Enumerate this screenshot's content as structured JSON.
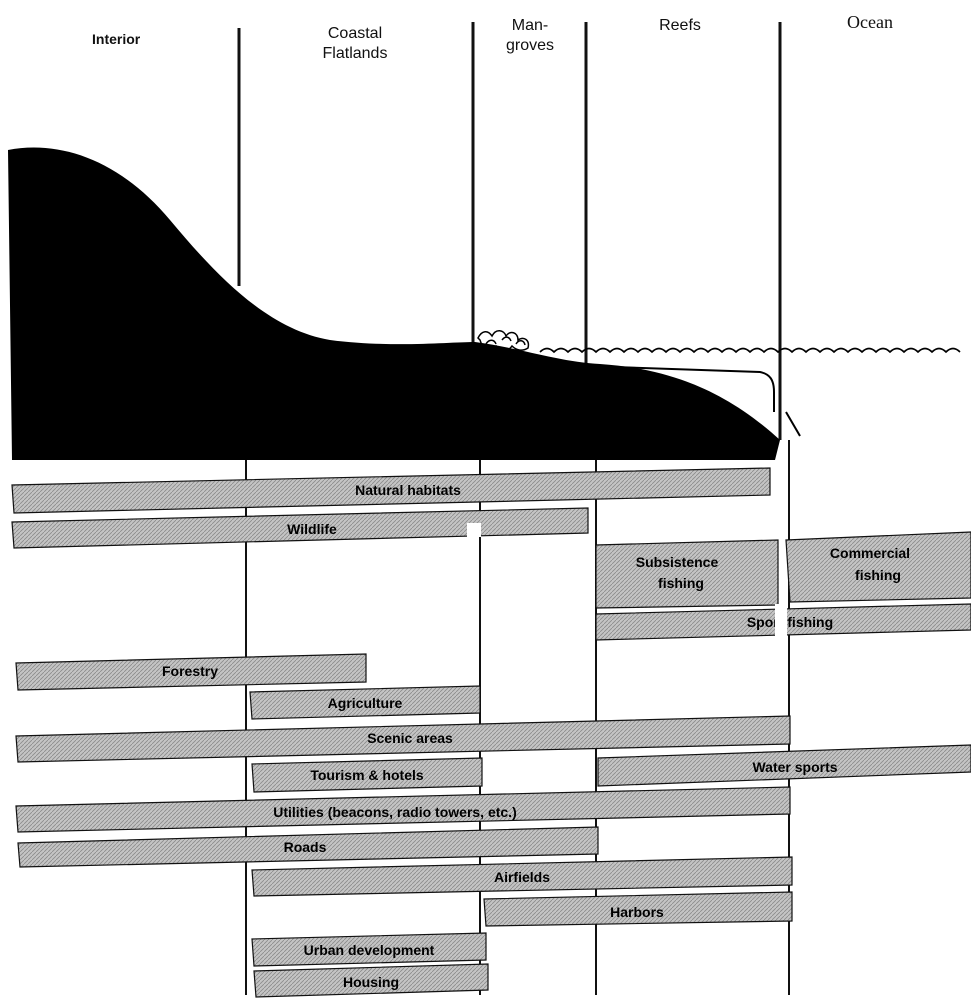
{
  "columns": {
    "interior": "Interior",
    "coastal_1": "Coastal",
    "coastal_2": "Flatlands",
    "mangroves_1": "Man-",
    "mangroves_2": "groves",
    "reefs": "Reefs",
    "ocean": "Ocean"
  },
  "bars": {
    "natural_habitats": "Natural habitats",
    "wildlife": "Wildlife",
    "subsistence_1": "Subsistence",
    "subsistence_2": "fishing",
    "commercial_1": "Commercial",
    "commercial_2": "fishing",
    "sport_fishing": "Sport fishing",
    "forestry": "Forestry",
    "agriculture": "Agriculture",
    "scenic_areas": "Scenic areas",
    "tourism": "Tourism & hotels",
    "water_sports": "Water sports",
    "utilities": "Utilities (beacons, radio towers, etc.)",
    "roads": "Roads",
    "airfields": "Airfields",
    "harbors": "Harbors",
    "urban": "Urban development",
    "housing": "Housing"
  },
  "colors": {
    "land": "#000000",
    "bar_fill": "#bdbdbd",
    "line": "#111111"
  }
}
